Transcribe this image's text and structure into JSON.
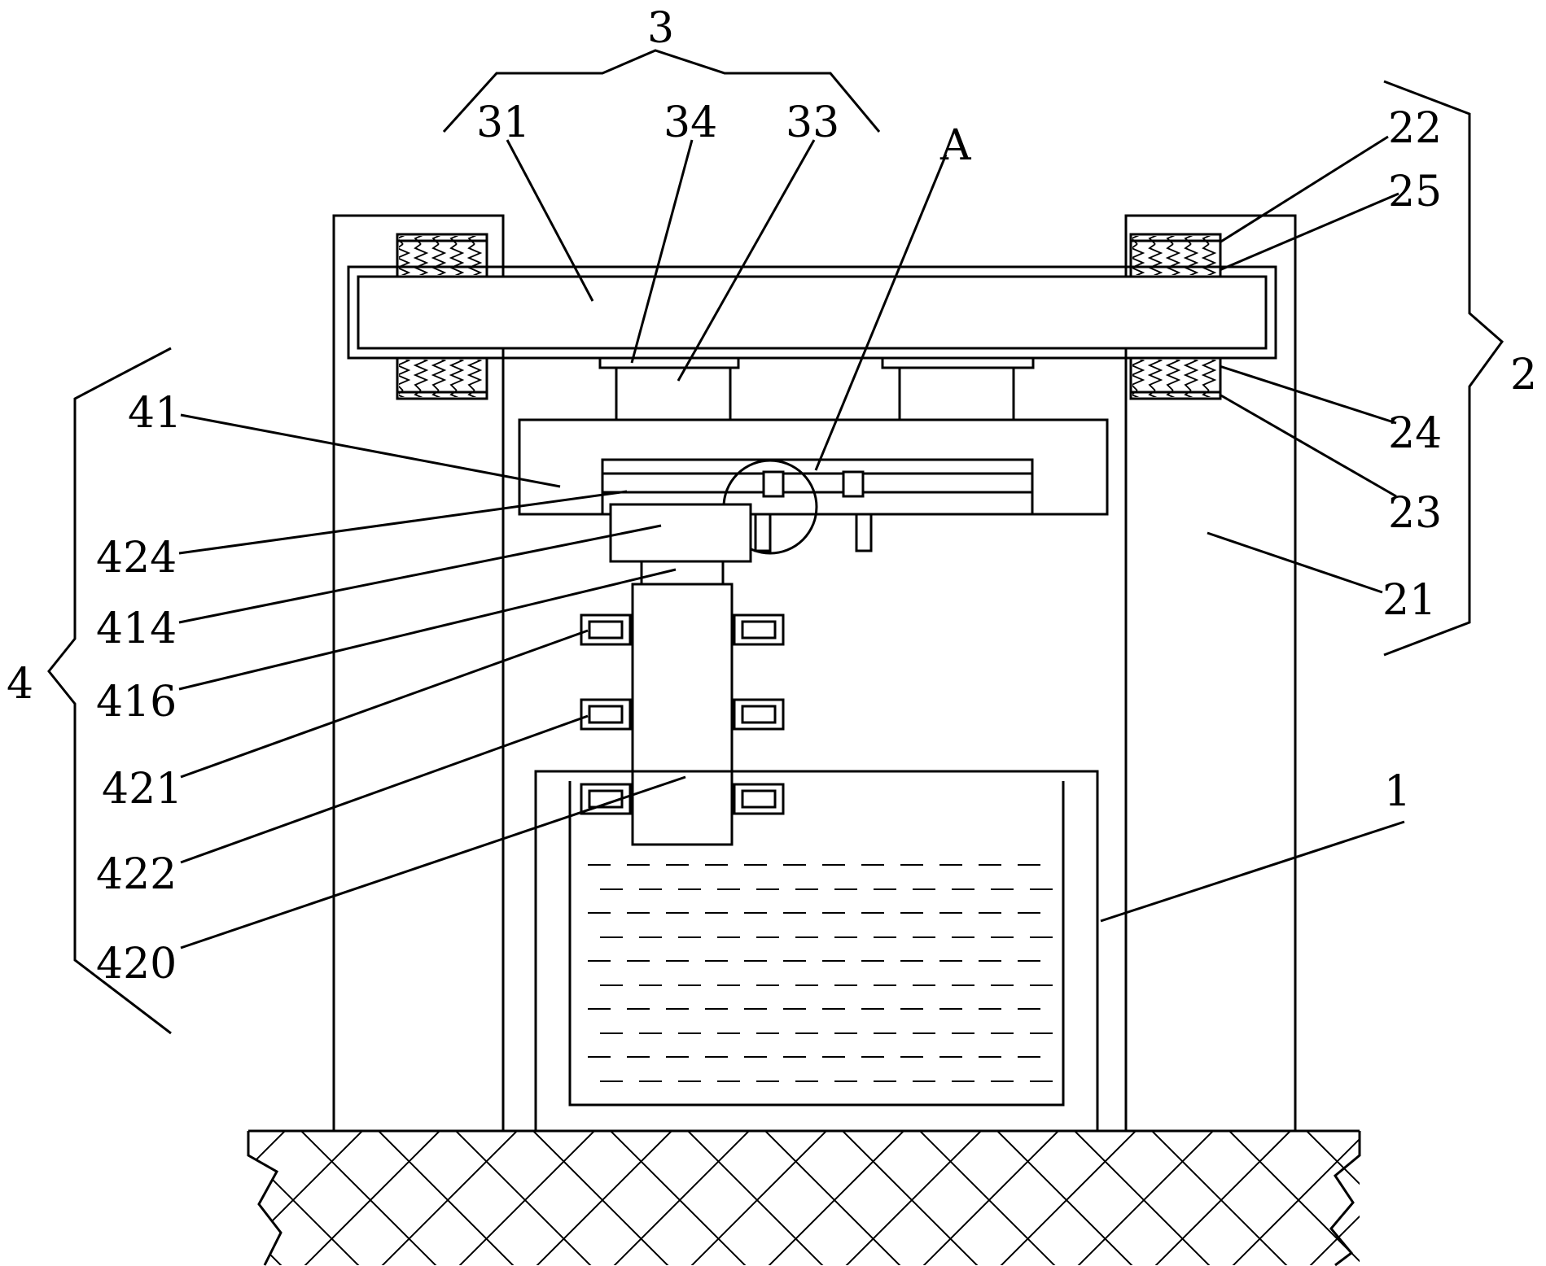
{
  "figure": {
    "background": "#ffffff",
    "line_color": "#000000"
  },
  "labels": {
    "group_3": "3",
    "part_31": "31",
    "part_34": "34",
    "part_33": "33",
    "detail_A": "A",
    "part_22": "22",
    "part_25": "25",
    "group_2": "2",
    "part_24": "24",
    "part_23": "23",
    "part_21": "21",
    "part_41": "41",
    "part_424": "424",
    "part_414": "414",
    "part_416": "416",
    "group_4": "4",
    "part_421": "421",
    "part_422": "422",
    "part_420": "420",
    "part_1": "1"
  }
}
